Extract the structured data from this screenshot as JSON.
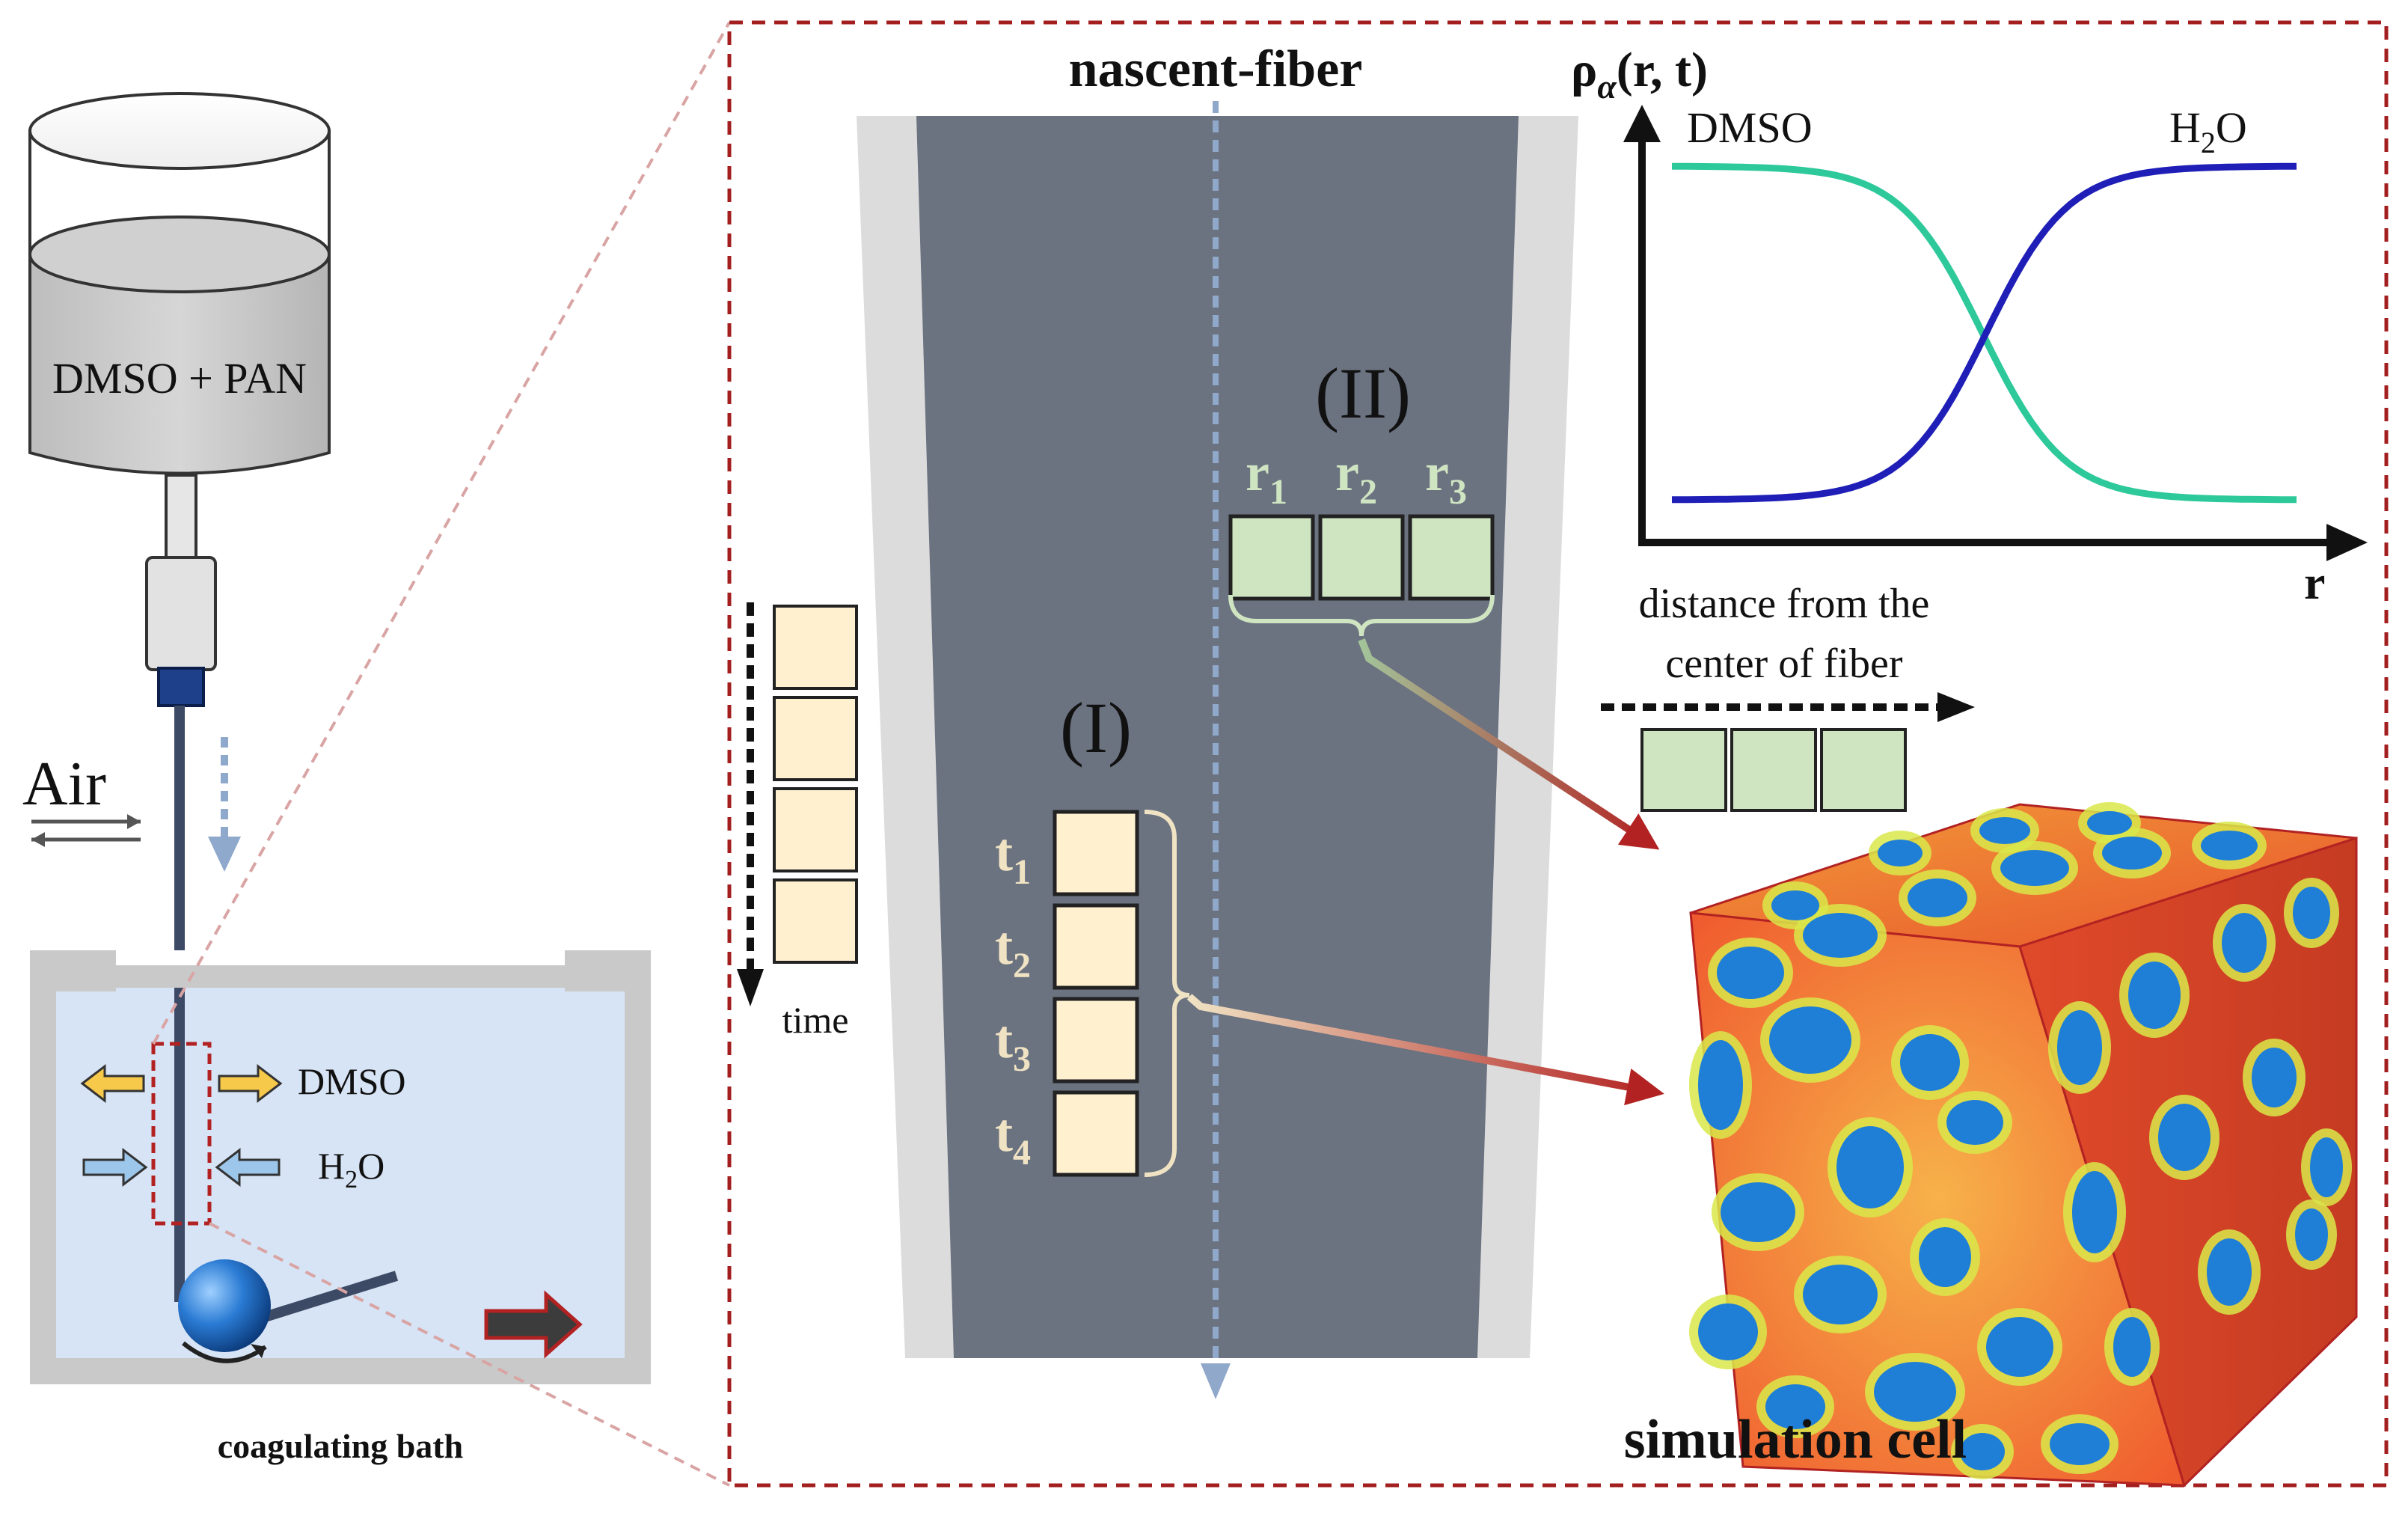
{
  "left_apparatus": {
    "reservoir_label": "DMSO + PAN",
    "air_label": "Air",
    "bath_dmso_label": "DMSO",
    "bath_h2o_main": "H",
    "bath_h2o_sub": "2",
    "bath_h2o_end": "O",
    "bath_caption": "coagulating bath"
  },
  "fiber": {
    "title": "nascent-fiber",
    "region_I_label": "(I)",
    "region_II_label": "(II)",
    "time_cells": [
      {
        "main": "t",
        "sub": "1"
      },
      {
        "main": "t",
        "sub": "2"
      },
      {
        "main": "t",
        "sub": "3"
      },
      {
        "main": "t",
        "sub": "4"
      }
    ],
    "radius_cells": [
      {
        "main": "r",
        "sub": "1"
      },
      {
        "main": "r",
        "sub": "2"
      },
      {
        "main": "r",
        "sub": "3"
      }
    ],
    "time_axis_label": "time",
    "distance_label_line1": "distance from the",
    "distance_label_line2": "center of fiber"
  },
  "profile_plot": {
    "y_label_rho": "ρ",
    "y_label_alpha": "α",
    "y_label_args": "(r, t)",
    "x_label": "r",
    "dmso_curve_label": "DMSO",
    "h2o_main": "H",
    "h2o_sub": "2",
    "h2o_end": "O",
    "dmso_color": "#2ec99a",
    "h2o_color": "#1f1fb8"
  },
  "simulation": {
    "caption": "simulation cell",
    "matrix_color": "#f26a3a",
    "domain_color": "#1f7fd6",
    "interface_color": "#d9e84a"
  },
  "colors": {
    "frame_dash": "#a31f1f",
    "fiber_core": "#6b7280",
    "fiber_skin": "#dcdcdc",
    "time_cell_fill": "#fff1d0",
    "radius_cell_fill": "#cfe5c2",
    "bath_water": "#d7e4f5",
    "arrow_red": "#b22222"
  }
}
